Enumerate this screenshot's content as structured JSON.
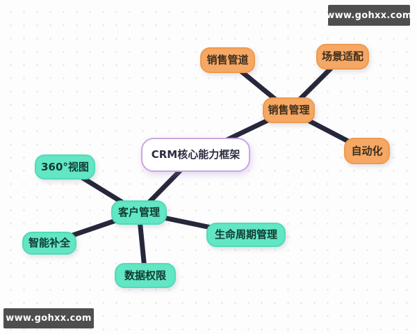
{
  "diagram": {
    "type": "mindmap",
    "nodes": {
      "root": {
        "label": "CRM核心能力框架",
        "role": "central-topic"
      },
      "sales_management": {
        "label": "销售管理",
        "branch": "sales"
      },
      "sales_pipeline": {
        "label": "销售管道",
        "branch": "sales"
      },
      "scenario_adaptation": {
        "label": "场景适配",
        "branch": "sales"
      },
      "automation": {
        "label": "自动化",
        "branch": "sales"
      },
      "customer_management": {
        "label": "客户管理",
        "branch": "customer"
      },
      "view_360": {
        "label": "360°视图",
        "branch": "customer"
      },
      "smart_completion": {
        "label": "智能补全",
        "branch": "customer"
      },
      "data_permissions": {
        "label": "数据权限",
        "branch": "customer"
      },
      "lifecycle_management": {
        "label": "生命周期管理",
        "branch": "customer"
      }
    },
    "edges": [
      {
        "from": "root",
        "to": "sales_management"
      },
      {
        "from": "sales_management",
        "to": "sales_pipeline"
      },
      {
        "from": "sales_management",
        "to": "scenario_adaptation"
      },
      {
        "from": "sales_management",
        "to": "automation"
      },
      {
        "from": "root",
        "to": "customer_management"
      },
      {
        "from": "customer_management",
        "to": "view_360"
      },
      {
        "from": "customer_management",
        "to": "smart_completion"
      },
      {
        "from": "customer_management",
        "to": "data_permissions"
      },
      {
        "from": "customer_management",
        "to": "lifecycle_management"
      }
    ]
  },
  "watermark": {
    "text": "www.gohxx.com"
  },
  "colors": {
    "sales_branch_fill": "#f5a763",
    "customer_branch_fill": "#62e6c3",
    "root_border": "#cba6df",
    "edge_line": "#27273b",
    "watermark_bg": "#4e4e4e"
  }
}
